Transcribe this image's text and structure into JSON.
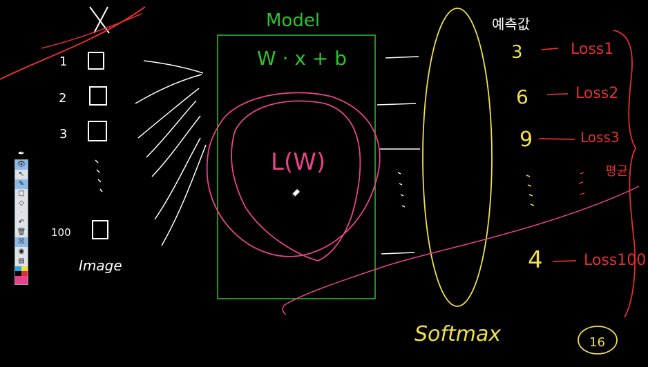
{
  "labels": {
    "model_title": "Model",
    "model_equation": "W · x + b",
    "loss_fn": "L(W)",
    "predictions_header": "예측값",
    "softmax": "Softmax",
    "image_label": "Image",
    "page_marker": "16",
    "average_label": "평균"
  },
  "images": [
    {
      "index": "1"
    },
    {
      "index": "2"
    },
    {
      "index": "3"
    },
    {
      "index": "100"
    }
  ],
  "predictions": [
    {
      "value": "3",
      "loss": "Loss1"
    },
    {
      "value": "6",
      "loss": "Loss2"
    },
    {
      "value": "9",
      "loss": "Loss3"
    },
    {
      "value": "4",
      "loss": "Loss100"
    }
  ],
  "colors": {
    "white": "#ffffff",
    "green": "#2ec22e",
    "pink": "#e8438a",
    "yellow": "#f2e04a",
    "red": "#e23030"
  },
  "toolbar": {
    "tools": [
      "pen-icon",
      "eye-icon",
      "cursor-icon",
      "highlighter-icon",
      "rectangle-icon",
      "eraser-icon",
      "dot-icon",
      "undo-icon",
      "trash-icon",
      "crossed-box-icon",
      "camera-icon",
      "clipboard-icon"
    ],
    "swatches": [
      "#2aa7e6",
      "#f0e130",
      "#000000",
      "#e8438a"
    ]
  }
}
